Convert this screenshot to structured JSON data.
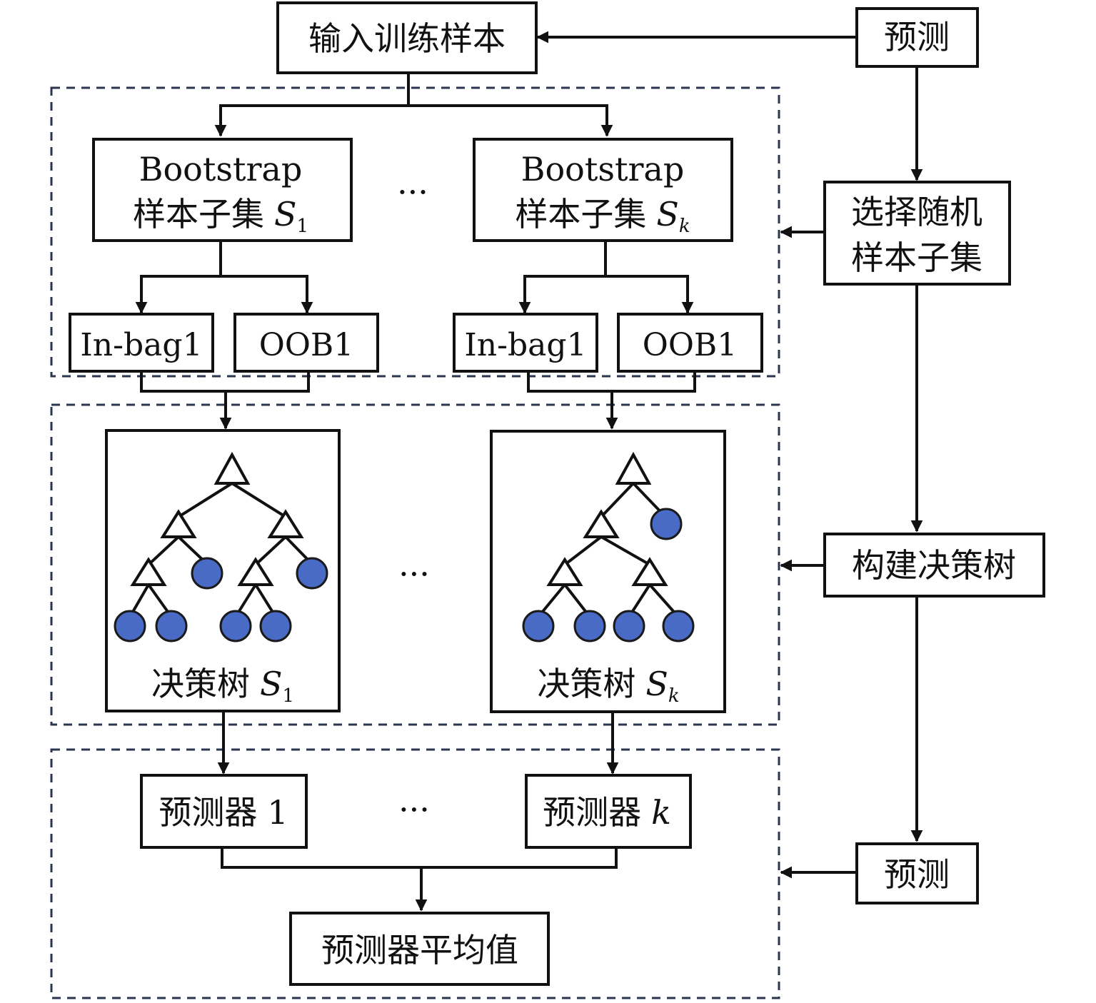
{
  "input_box": "输入训练样本",
  "predict_top": "预测",
  "select_random": [
    "选择随机",
    "样本子集"
  ],
  "build_trees": "构建决策树",
  "predict_bottom": "预测",
  "bootstrap_left": {
    "line1": "Bootstrap",
    "line2": "样本子集",
    "var": "S",
    "sub": "1"
  },
  "bootstrap_right": {
    "line1": "Bootstrap",
    "line2": "样本子集",
    "var": "S",
    "sub": "k"
  },
  "inbag_left": "In-bag1",
  "oob_left": "OOB1",
  "inbag_right": "In-bag1",
  "oob_right": "OOB1",
  "ellipsis": "···",
  "tree_left_caption": {
    "text": "决策树",
    "var": "S",
    "sub": "1"
  },
  "tree_right_caption": {
    "text": "决策树",
    "var": "S",
    "sub": "k"
  },
  "predictor_1": {
    "text": "预测器",
    "num": "1"
  },
  "predictor_k": {
    "text": "预测器",
    "var": "k"
  },
  "average": "预测器平均值",
  "colors": {
    "leaf": "#4a6bc5",
    "dashed_border": "#2c3550"
  }
}
